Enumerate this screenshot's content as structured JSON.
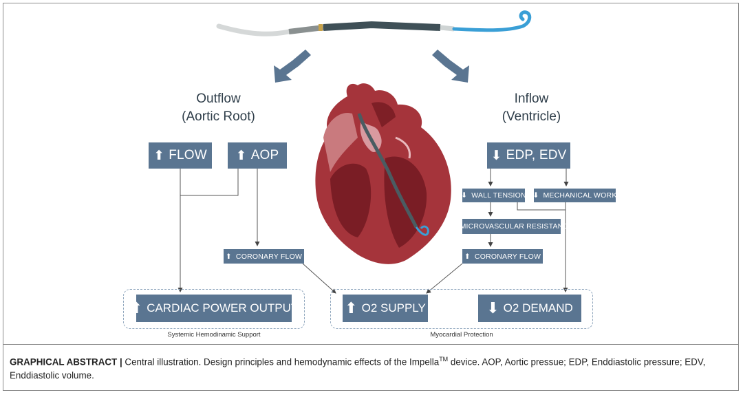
{
  "headings": {
    "outflow_line1": "Outflow",
    "outflow_line2": "(Aortic Root)",
    "inflow_line1": "Inflow",
    "inflow_line2": "(Ventricle)"
  },
  "boxes": {
    "flow": {
      "arrow": "up",
      "label": "FLOW"
    },
    "aop": {
      "arrow": "up",
      "label": "AOP"
    },
    "edp_edv": {
      "arrow": "down",
      "label": "EDP, EDV"
    },
    "wall_tension": {
      "arrow": "down",
      "label": "WALL TENSION"
    },
    "mechanical_work": {
      "arrow": "down",
      "label": "MECHANICAL WORK"
    },
    "microvascular_resistance": {
      "arrow": "down",
      "label": "MICROVASCULAR RESISTANCE"
    },
    "coronary_flow_left": {
      "arrow": "up",
      "label": "CORONARY FLOW"
    },
    "coronary_flow_right": {
      "arrow": "up",
      "label": "CORONARY FLOW"
    },
    "cardiac_power_output": {
      "arrow": "up",
      "label": "CARDIAC POWER OUTPUT"
    },
    "o2_supply": {
      "arrow": "up",
      "label": "O2 SUPPLY"
    },
    "o2_demand": {
      "arrow": "down",
      "label": "O2 DEMAND"
    }
  },
  "group_labels": {
    "systemic": "Systemic Hemodinamic Support",
    "myocardial": "Myocardial Protection"
  },
  "caption": {
    "bold": "GRAPHICAL ABSTRACT |",
    "text_before_sup": " Central illustration. Design principles and hemodynamic effects of the Impella",
    "sup": "TM",
    "text_after_sup": " device. AOP, Aortic pressue; EDP, Enddiastolic pressure; EDV, Enddiastolic volume."
  },
  "colors": {
    "box": "#5a7591",
    "arrow": "#5a7591",
    "line": "#555555",
    "dashed_border": "#8fa6bd",
    "heart": "#a5343b",
    "catheter_blue": "#3a9fd6"
  },
  "icons": {
    "up": "up-arrow-icon",
    "down": "down-arrow-icon"
  }
}
